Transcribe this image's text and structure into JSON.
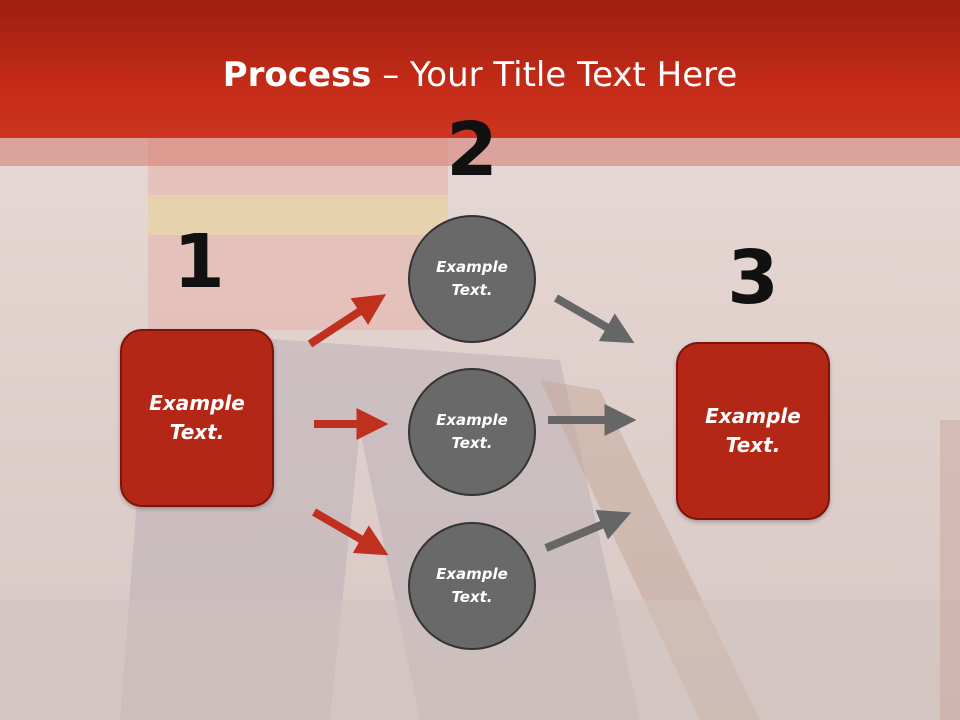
{
  "title": {
    "bold": "Process",
    "rest": " – Your Title Text Here"
  },
  "steps": {
    "one": "1",
    "two": "2",
    "three": "3"
  },
  "left_box": {
    "text": "Example\nText."
  },
  "right_box": {
    "text": "Example\nText."
  },
  "circles": [
    {
      "text": "Example\nText."
    },
    {
      "text": "Example\nText."
    },
    {
      "text": "Example\nText."
    }
  ],
  "colors": {
    "header": "#c32a17",
    "box": "#b42716",
    "circle": "#696969",
    "red_arrow": "#c0301f",
    "gray_arrow": "#666666"
  }
}
